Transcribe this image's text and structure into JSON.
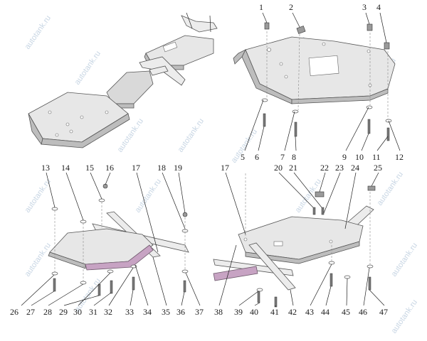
{
  "watermark": "autotank.ru",
  "callouts": [
    "1",
    "2",
    "3",
    "4",
    "5",
    "6",
    "7",
    "8",
    "9",
    "10",
    "11",
    "12",
    "13",
    "14",
    "15",
    "16",
    "17",
    "18",
    "19",
    "20",
    "21",
    "22",
    "23",
    "24",
    "25",
    "26",
    "27",
    "28",
    "29",
    "30",
    "31",
    "32",
    "33",
    "34",
    "35",
    "36",
    "37",
    "38",
    "39",
    "40",
    "41",
    "42",
    "43",
    "44",
    "45",
    "46",
    "47"
  ],
  "colors": {
    "line": "#222222",
    "plate": "#e7e7e7",
    "accent_plate": "#c7a3c3",
    "watermark": "#c8d6e4"
  }
}
